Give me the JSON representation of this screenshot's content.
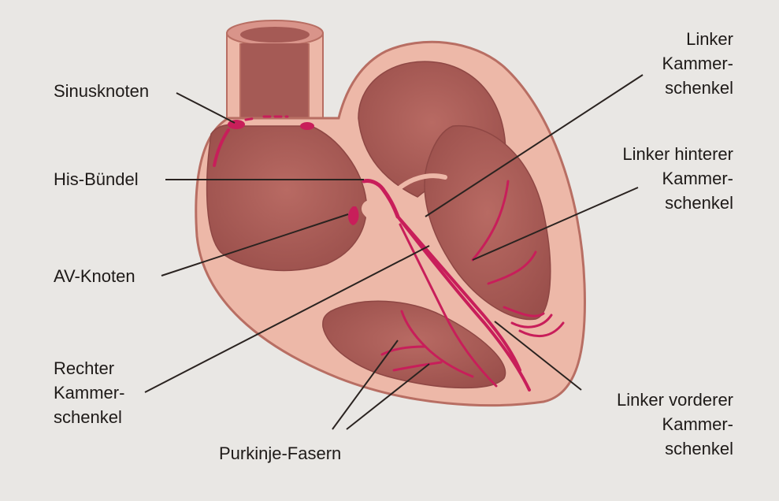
{
  "colors": {
    "background": "#e9e7e4",
    "heart_wall": "#edb8a8",
    "heart_outline": "#b86e63",
    "chamber": "#a55a55",
    "conduction": "#c81e5a",
    "leader_line": "#2a2320"
  },
  "labels": {
    "sinusknoten": "Sinusknoten",
    "his_buendel": "His-Bündel",
    "av_knoten": "AV-Knoten",
    "rechter_kammerschenkel": [
      "Rechter",
      "Kammer-",
      "schenkel"
    ],
    "purkinje_fasern": "Purkinje-Fasern",
    "linker_kammerschenkel": [
      "Linker",
      "Kammer-",
      "schenkel"
    ],
    "linker_hinterer_kammerschenkel": [
      "Linker hinterer",
      "Kammer-",
      "schenkel"
    ],
    "linker_vorderer_kammerschenkel": [
      "Linker vorderer",
      "Kammer-",
      "schenkel"
    ]
  }
}
